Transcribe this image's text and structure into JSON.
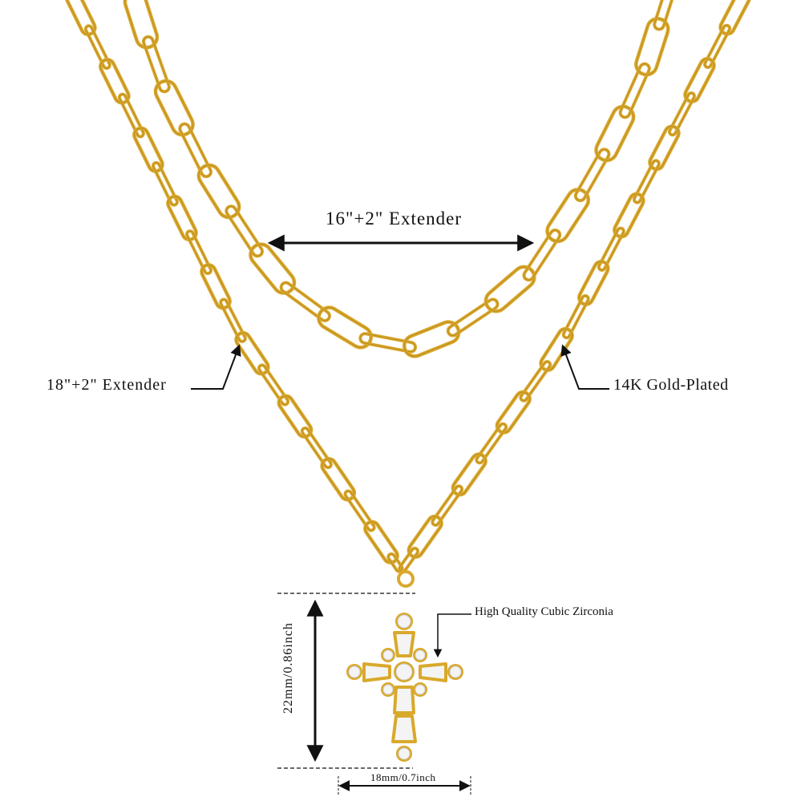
{
  "labels": {
    "inner_length": "16\"+2\" Extender",
    "outer_length": "18\"+2\" Extender",
    "plating": "14K Gold-Plated",
    "stone": "High Quality Cubic Zirconia",
    "pendant_height": "22mm/0.86inch",
    "pendant_width": "18mm/0.7inch"
  },
  "colors": {
    "gold": "#d9a92c",
    "gold_dark": "#a8771a",
    "stone": "#f4f4f4",
    "ink": "#111111"
  }
}
